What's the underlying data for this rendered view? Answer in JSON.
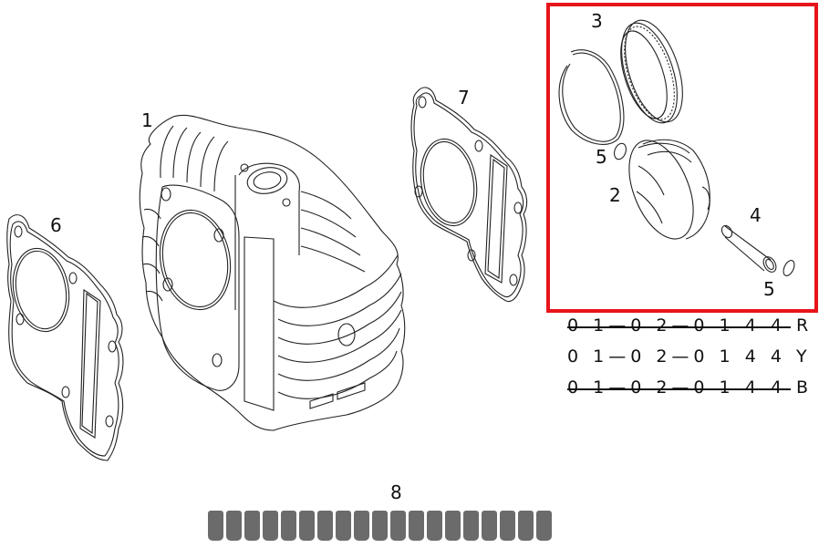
{
  "diagram": {
    "type": "exploded-parts-diagram",
    "callouts": [
      {
        "id": "1",
        "part": "cylinder-block"
      },
      {
        "id": "2",
        "part": "piston"
      },
      {
        "id": "3",
        "part": "piston-ring-set"
      },
      {
        "id": "4",
        "part": "piston-pin"
      },
      {
        "id": "5",
        "part": "piston-pin-clip"
      },
      {
        "id": "5b",
        "label": "5",
        "part": "piston-pin-clip"
      },
      {
        "id": "6",
        "part": "cylinder-base-gasket"
      },
      {
        "id": "7",
        "part": "cylinder-head-gasket"
      },
      {
        "id": "8",
        "part": "shim-set"
      }
    ],
    "labels": {
      "one": "1",
      "two": "2",
      "three": "3",
      "four": "4",
      "five_a": "5",
      "five_b": "5",
      "six": "6",
      "seven": "7",
      "eight": "8"
    },
    "highlight": {
      "color": "#e8141b",
      "contains": [
        "2",
        "3",
        "4",
        "5"
      ]
    },
    "part_numbers": [
      {
        "text": "0 1—0 2—0 1 4 4 R",
        "struck": true
      },
      {
        "text": "0 1—0 2—0 1 4 4 Y",
        "struck": false
      },
      {
        "text": "0 1—0 2—0 1 4 4 B",
        "struck": true
      }
    ],
    "shim_count": 19,
    "shim_color": "#6b6b6b"
  }
}
